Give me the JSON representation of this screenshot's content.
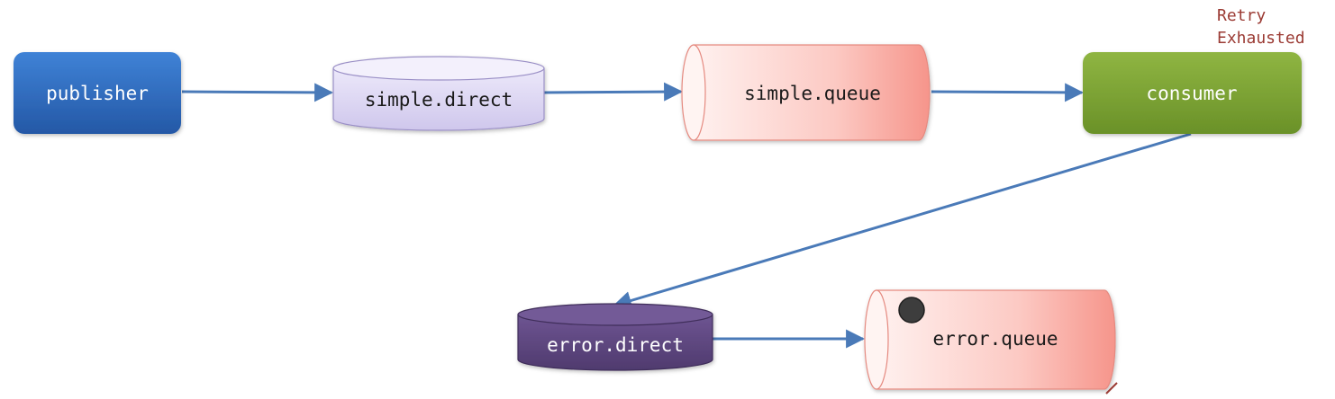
{
  "nodes": {
    "publisher": {
      "label": "publisher",
      "fill": "#2f6fc4",
      "text_color": "#ffffff"
    },
    "simple_direct": {
      "label": "simple.direct",
      "fill": "#dcd6f2",
      "text_color": "#1a1a1a"
    },
    "simple_queue": {
      "label": "simple.queue",
      "fill": "#fdd5d0",
      "text_color": "#1a1a1a"
    },
    "consumer": {
      "label": "consumer",
      "fill": "#7ea337",
      "text_color": "#ffffff"
    },
    "error_direct": {
      "label": "error.direct",
      "fill": "#5e4680",
      "text_color": "#ffffff"
    },
    "error_queue": {
      "label": "error.queue",
      "fill": "#fdd5d0",
      "text_color": "#1a1a1a"
    }
  },
  "annotation": {
    "line1": "Retry",
    "line2": "Exhausted",
    "color": "#9b3b34"
  },
  "edge_color": "#4a7ab8",
  "message_color": "#3d3d3d"
}
